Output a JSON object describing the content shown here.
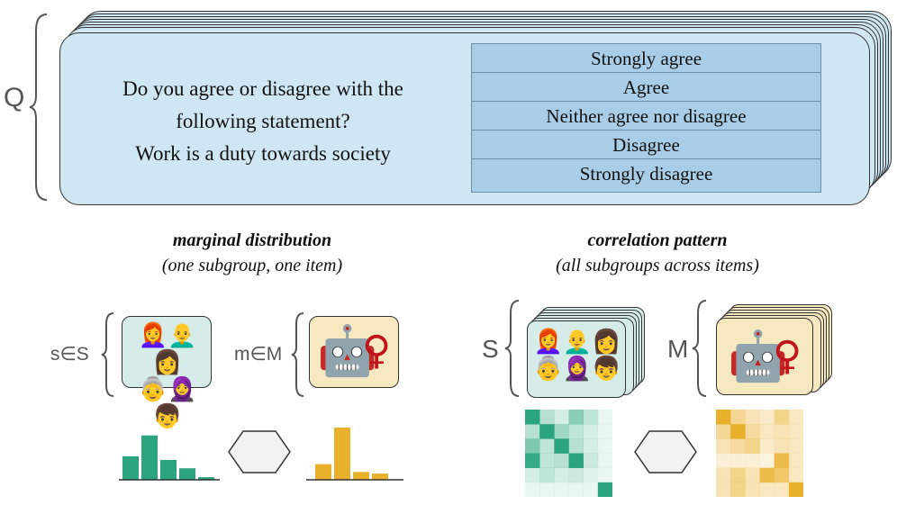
{
  "question": {
    "label": "Q",
    "lines": [
      "Do you agree or disagree with the",
      "following statement?",
      "Work is a duty towards society"
    ],
    "options": [
      "Strongly agree",
      "Agree",
      "Neither agree nor disagree",
      "Disagree",
      "Strongly disagree"
    ],
    "panel_color": "#cfe6f3",
    "option_color": "#a9cde6"
  },
  "marginal": {
    "title": "marginal distribution",
    "subtitle": "(one subgroup, one item)",
    "subgroup_label": "s∈S",
    "model_label": "m∈M",
    "human_bars": [
      0.45,
      0.85,
      0.38,
      0.22,
      0.05
    ],
    "model_bars": [
      0.3,
      1.0,
      0.15,
      0.12
    ],
    "human_color": "#2aa57d",
    "model_color": "#e9b02b"
  },
  "correlation": {
    "title": "correlation pattern",
    "subtitle": "(all subgroups across items)",
    "subgroup_label": "S",
    "model_label": "M",
    "human_color": "#2aa57d",
    "model_color": "#e9b02b"
  },
  "icons": {
    "people": [
      "👩‍🦰",
      "👨‍🦲",
      "👩",
      "👵",
      "🧕",
      "👦"
    ],
    "robot": "🤖",
    "female_symbol": "♀"
  }
}
